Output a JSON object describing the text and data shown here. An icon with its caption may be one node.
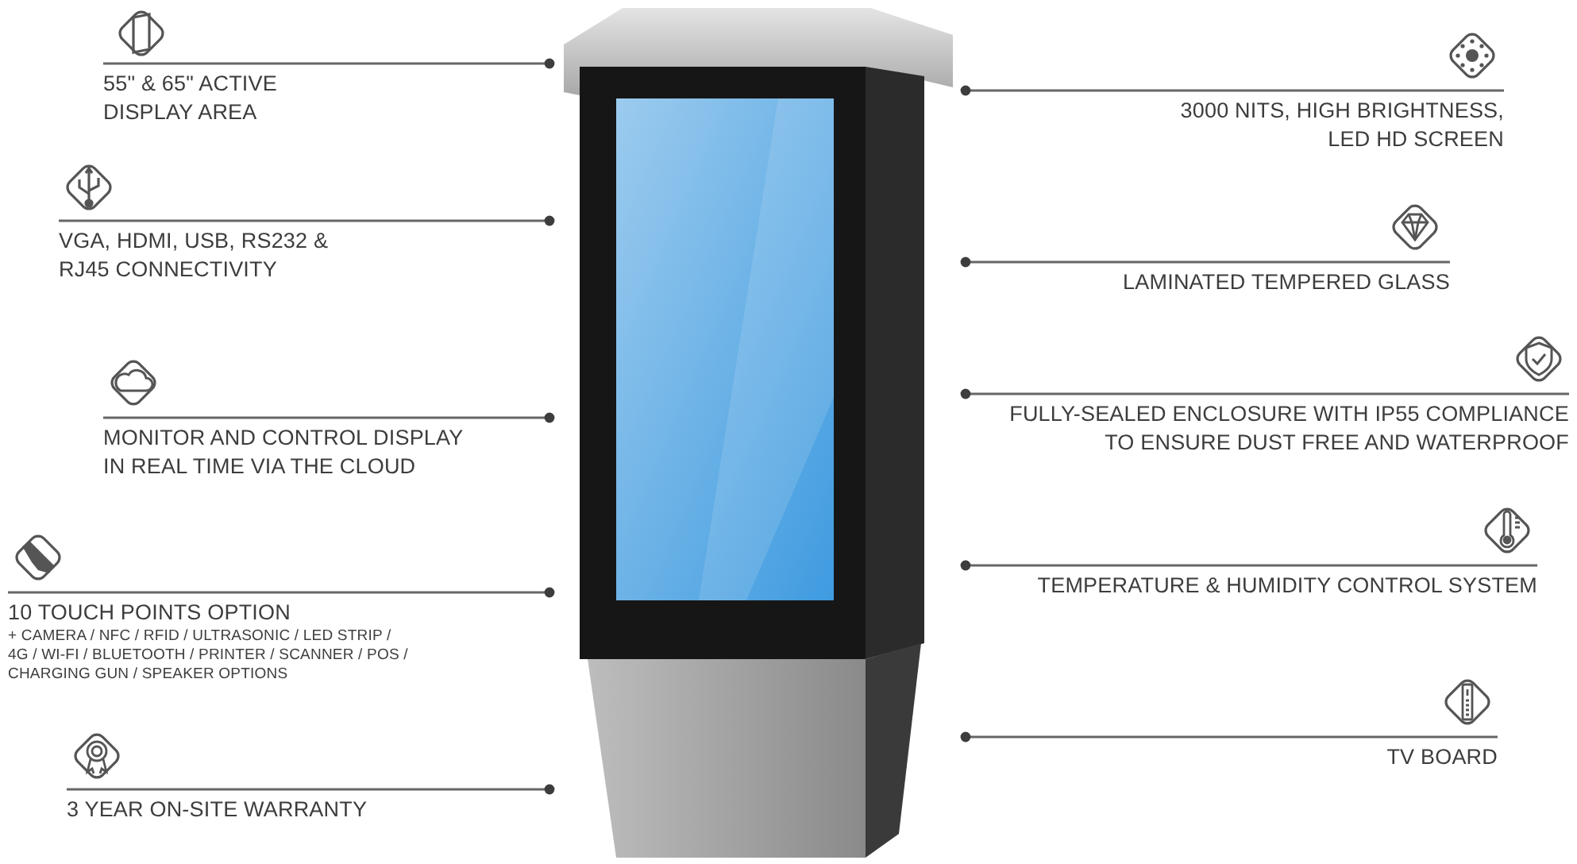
{
  "diagram": {
    "nodes": [
      {
        "text": [
          "55\" & 65\" ACTIVE DISPLAY AREA"
        ]
      },
      {
        "text": [
          "VGA, HDMI, USB, RS232 & RJ45 CONNECTIVITY"
        ]
      },
      {
        "text": [
          "MONITOR AND CONTROL DISPLAY IN REAL TIME VIA THE CLOUD"
        ]
      },
      {
        "text": [
          "10 TOUCH POINTS OPTION",
          "+ CAMERA / NFC / RFID / ULTRASONIC / LED STRIP / 4G / WI-FI / BLUETOOTH / PRINTER / SCANNER / POS / CHARGING GUN / SPEAKER OPTIONS"
        ]
      },
      {
        "text": [
          "3 YEAR ON-SITE WARRANTY"
        ]
      },
      {
        "text": [
          "3000 NITS, HIGH BRIGHTNESS, LED HD SCREEN"
        ]
      },
      {
        "text": [
          "LAMINATED TEMPERED GLASS"
        ]
      },
      {
        "text": [
          "FULLY-SEALED ENCLOSURE WITH IP55 COMPLIANCE TO ENSURE DUST FREE AND WATERPROOF"
        ]
      },
      {
        "text": [
          "TEMPERATURE & HUMIDITY CONTROL SYSTEM"
        ]
      },
      {
        "text": [
          "TV BOARD"
        ]
      },
      {
        "text": [],
        "shape": "picture"
      }
    ],
    "edges": [
      {
        "from": 0,
        "to": 10,
        "arrow": "other"
      },
      {
        "from": 1,
        "to": 10,
        "arrow": "other"
      },
      {
        "from": 2,
        "to": 10,
        "arrow": "other"
      },
      {
        "from": 3,
        "to": 10,
        "arrow": "other"
      },
      {
        "from": 4,
        "to": 10,
        "arrow": "other"
      },
      {
        "from": 5,
        "to": 10,
        "arrow": "other"
      },
      {
        "from": 6,
        "to": 10,
        "arrow": "other"
      },
      {
        "from": 7,
        "to": 10,
        "arrow": "other"
      },
      {
        "from": 8,
        "to": 10,
        "arrow": "other"
      },
      {
        "from": 9,
        "to": 10,
        "arrow": "other"
      }
    ]
  }
}
